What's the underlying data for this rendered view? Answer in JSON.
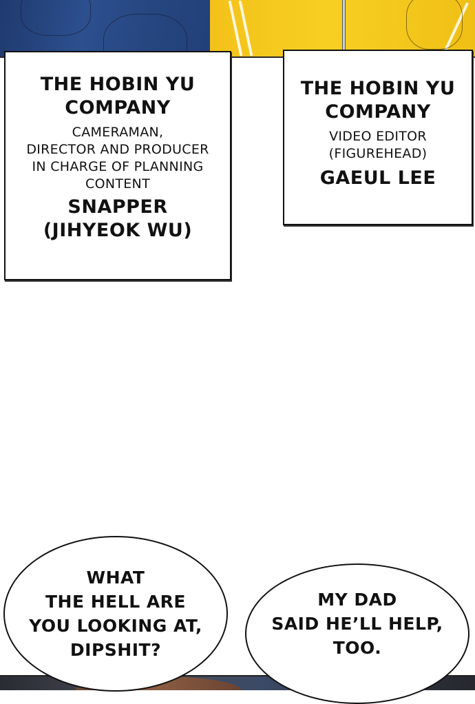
{
  "top_panel": {
    "colors": {
      "left_jacket": "#2c4f8e",
      "right_jacket": "#f7cf22"
    }
  },
  "caption_left": {
    "company": [
      "THE HOBIN YU",
      "COMPANY"
    ],
    "role": [
      "CAMERAMAN,",
      "DIRECTOR AND PRODUCER",
      "IN CHARGE OF PLANNING",
      "CONTENT"
    ],
    "name": [
      "SNAPPER",
      "(JIHYEOK WU)"
    ]
  },
  "caption_right": {
    "company": [
      "THE HOBIN YU",
      "COMPANY"
    ],
    "role": [
      "VIDEO EDITOR",
      "(FIGUREHEAD)"
    ],
    "name": [
      "GAEUL LEE"
    ]
  },
  "speech_left": {
    "lines": [
      "WHAT",
      "THE HELL ARE",
      "YOU LOOKING AT,",
      "DIPSHIT?"
    ]
  },
  "speech_right": {
    "lines": [
      "MY DAD",
      "SAID HE’LL HELP,",
      "TOO."
    ]
  },
  "bottom_panel": {
    "colors": {
      "background": "#3a3d46",
      "hair": "#8a5c43"
    }
  }
}
